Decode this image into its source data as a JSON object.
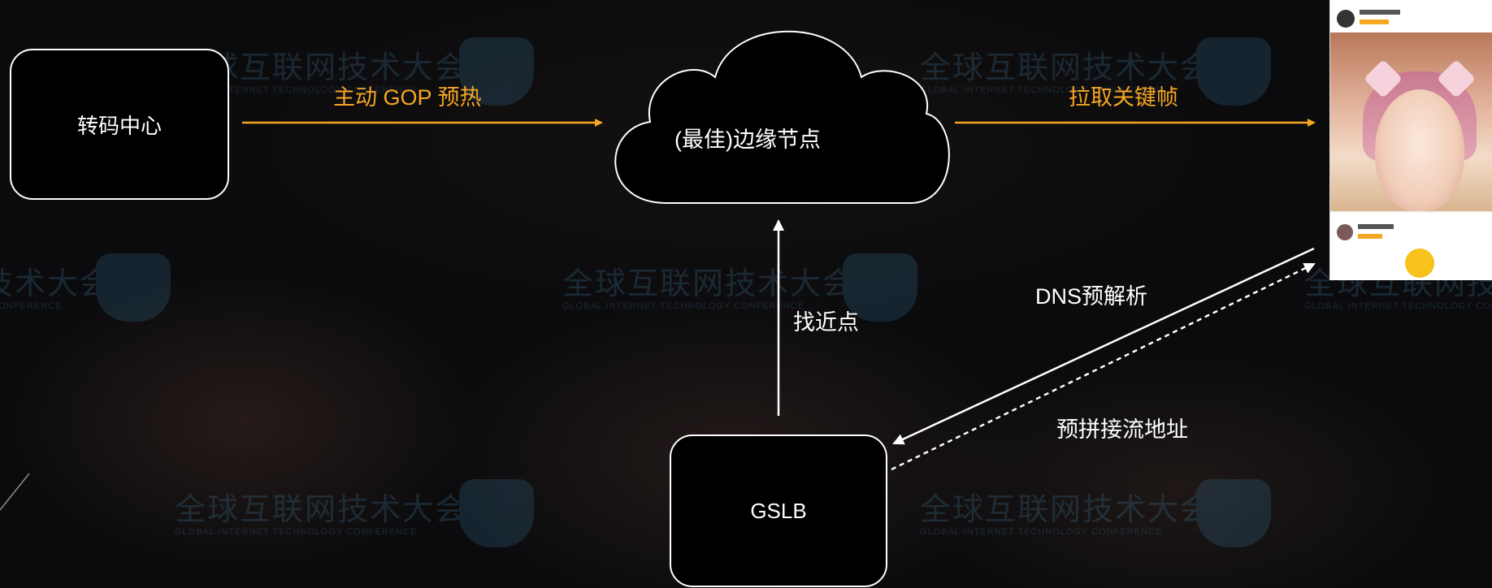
{
  "nodes": {
    "transcode_center": "转码中心",
    "edge_node": "(最佳)边缘节点",
    "gslb": "GSLB"
  },
  "edges": {
    "gop_preheat": "主动 GOP 预热",
    "pull_keyframe": "拉取关键帧",
    "find_nearest": "找近点",
    "dns_preresolve": "DNS预解析",
    "prejoin_stream": "预拼接流地址"
  },
  "watermark": {
    "title": "全球互联网技术大会",
    "subtitle": "GLOBAL INTERNET TECHNOLOGY CONFERENCE"
  },
  "colors": {
    "accent": "#f5a623",
    "line": "#ffffff",
    "background": "#0b0b0d"
  }
}
